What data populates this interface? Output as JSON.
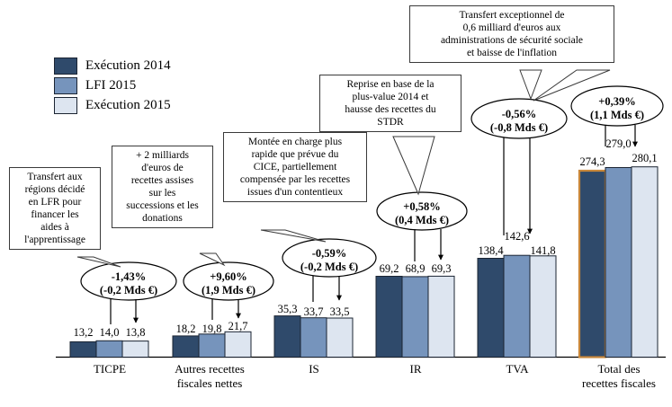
{
  "chart_data": {
    "type": "bar",
    "title": "",
    "xlabel": "",
    "ylabel": "",
    "ylim": [
      0,
      300
    ],
    "grid": false,
    "legend_position": "top-left",
    "categories": [
      "TICPE",
      "Autres recettes fiscales nettes",
      "IS",
      "IR",
      "TVA",
      "Total des recettes fiscales"
    ],
    "series": [
      {
        "name": "Exécution 2014",
        "color": "#2f4a6b",
        "values": [
          13.2,
          18.2,
          35.3,
          69.2,
          138.4,
          274.3
        ]
      },
      {
        "name": "LFI 2015",
        "color": "#7694bc",
        "values": [
          14.0,
          19.8,
          33.7,
          68.9,
          142.6,
          279.0
        ]
      },
      {
        "name": "Exécution 2015",
        "color": "#dde5f0",
        "values": [
          13.8,
          21.7,
          33.5,
          69.3,
          141.8,
          280.1
        ]
      }
    ],
    "value_labels": [
      [
        "13,2",
        "14,0",
        "13,8"
      ],
      [
        "18,2",
        "19,8",
        "21,7"
      ],
      [
        "35,3",
        "33,7",
        "33,5"
      ],
      [
        "69,2",
        "68,9",
        "69,3"
      ],
      [
        "138,4",
        "142,6",
        "141,8"
      ],
      [
        "274,3",
        "279,0",
        "280,1"
      ]
    ],
    "annotations": [
      {
        "pct": "-1,43%",
        "amount": "(-0,2 Mds €)",
        "category": "TICPE"
      },
      {
        "pct": "+9,60%",
        "amount": "(1,9 Mds €)",
        "category": "Autres recettes fiscales nettes"
      },
      {
        "pct": "-0,59%",
        "amount": "(-0,2 Mds €)",
        "category": "IS"
      },
      {
        "pct": "+0,58%",
        "amount": "(0,4 Mds €)",
        "category": "IR"
      },
      {
        "pct": "-0,56%",
        "amount": "(-0,8 Mds €)",
        "category": "TVA"
      },
      {
        "pct": "+0,39%",
        "amount": "(1,1 Mds €)",
        "category": "Total des recettes fiscales"
      }
    ],
    "callouts": [
      "Transfert aux régions décidé en LFR pour financer les aides à l'apprentissage",
      "+ 2 milliards d'euros de recettes assises sur les successions et les donations",
      "Montée en charge plus rapide que prévue du CICE, partiellement compensée par les recettes issues d'un contentieux",
      "Reprise en base de la plus-value 2014 et hausse des recettes du STDR",
      "Transfert exceptionnel de 0,6 milliard d'euros aux administrations de sécurité sociale et baisse de l'inflation"
    ]
  },
  "legend": {
    "items": [
      {
        "label": "Exécution 2014",
        "color": "#2f4a6b"
      },
      {
        "label": "LFI 2015",
        "color": "#7694bc"
      },
      {
        "label": "Exécution 2015",
        "color": "#dde5f0"
      }
    ]
  },
  "callouts": {
    "ticpe": {
      "lines": [
        "Transfert aux",
        "régions décidé",
        "en LFR pour",
        "financer les",
        "aides à",
        "l'apprentissage"
      ]
    },
    "autres": {
      "lines": [
        "+ 2 milliards",
        "d'euros de",
        "recettes assises",
        "sur les",
        "successions et les",
        "donations"
      ]
    },
    "is": {
      "lines": [
        "Montée en charge plus",
        "rapide que prévue du",
        "CICE, partiellement",
        "compensée par les recettes",
        "issues d'un contentieux"
      ]
    },
    "ir": {
      "lines": [
        "Reprise en base de la",
        "plus-value 2014 et",
        "hausse des recettes du",
        "STDR"
      ]
    },
    "tva": {
      "lines": [
        "Transfert exceptionnel de",
        "0,6 milliard d'euros aux",
        "administrations de sécurité sociale",
        "et baisse de l'inflation"
      ]
    }
  },
  "ellipses": {
    "ticpe": {
      "pct": "-1,43%",
      "amount": "(-0,2 Mds €)"
    },
    "autres": {
      "pct": "+9,60%",
      "amount": "(1,9 Mds €)"
    },
    "is": {
      "pct": "-0,59%",
      "amount": "(-0,2 Mds €)"
    },
    "ir": {
      "pct": "+0,58%",
      "amount": "(0,4 Mds €)"
    },
    "tva": {
      "pct": "-0,56%",
      "amount": "(-0,8 Mds €)"
    },
    "total": {
      "pct": "+0,39%",
      "amount": "(1,1 Mds €)"
    }
  },
  "categories": {
    "ticpe": {
      "line1": "TICPE",
      "line2": ""
    },
    "autres": {
      "line1": "Autres recettes",
      "line2": "fiscales nettes"
    },
    "is": {
      "line1": "IS",
      "line2": ""
    },
    "ir": {
      "line1": "IR",
      "line2": ""
    },
    "tva": {
      "line1": "TVA",
      "line2": ""
    },
    "total": {
      "line1": "Total des",
      "line2": "recettes fiscales"
    }
  },
  "values": {
    "ticpe": {
      "a": "13,2",
      "b": "14,0",
      "c": "13,8"
    },
    "autres": {
      "a": "18,2",
      "b": "19,8",
      "c": "21,7"
    },
    "is": {
      "a": "35,3",
      "b": "33,7",
      "c": "33,5"
    },
    "ir": {
      "a": "69,2",
      "b": "68,9",
      "c": "69,3"
    },
    "tva": {
      "a": "138,4",
      "b": "142,6",
      "c": "141,8"
    },
    "total": {
      "a": "274,3",
      "b": "279,0",
      "c": "280,1"
    }
  },
  "colors": {
    "series1": "#2f4a6b",
    "series2": "#7694bc",
    "series3": "#dde5f0",
    "outline": "#1b2432",
    "highlight": "#c8873a",
    "axis": "#000000"
  }
}
